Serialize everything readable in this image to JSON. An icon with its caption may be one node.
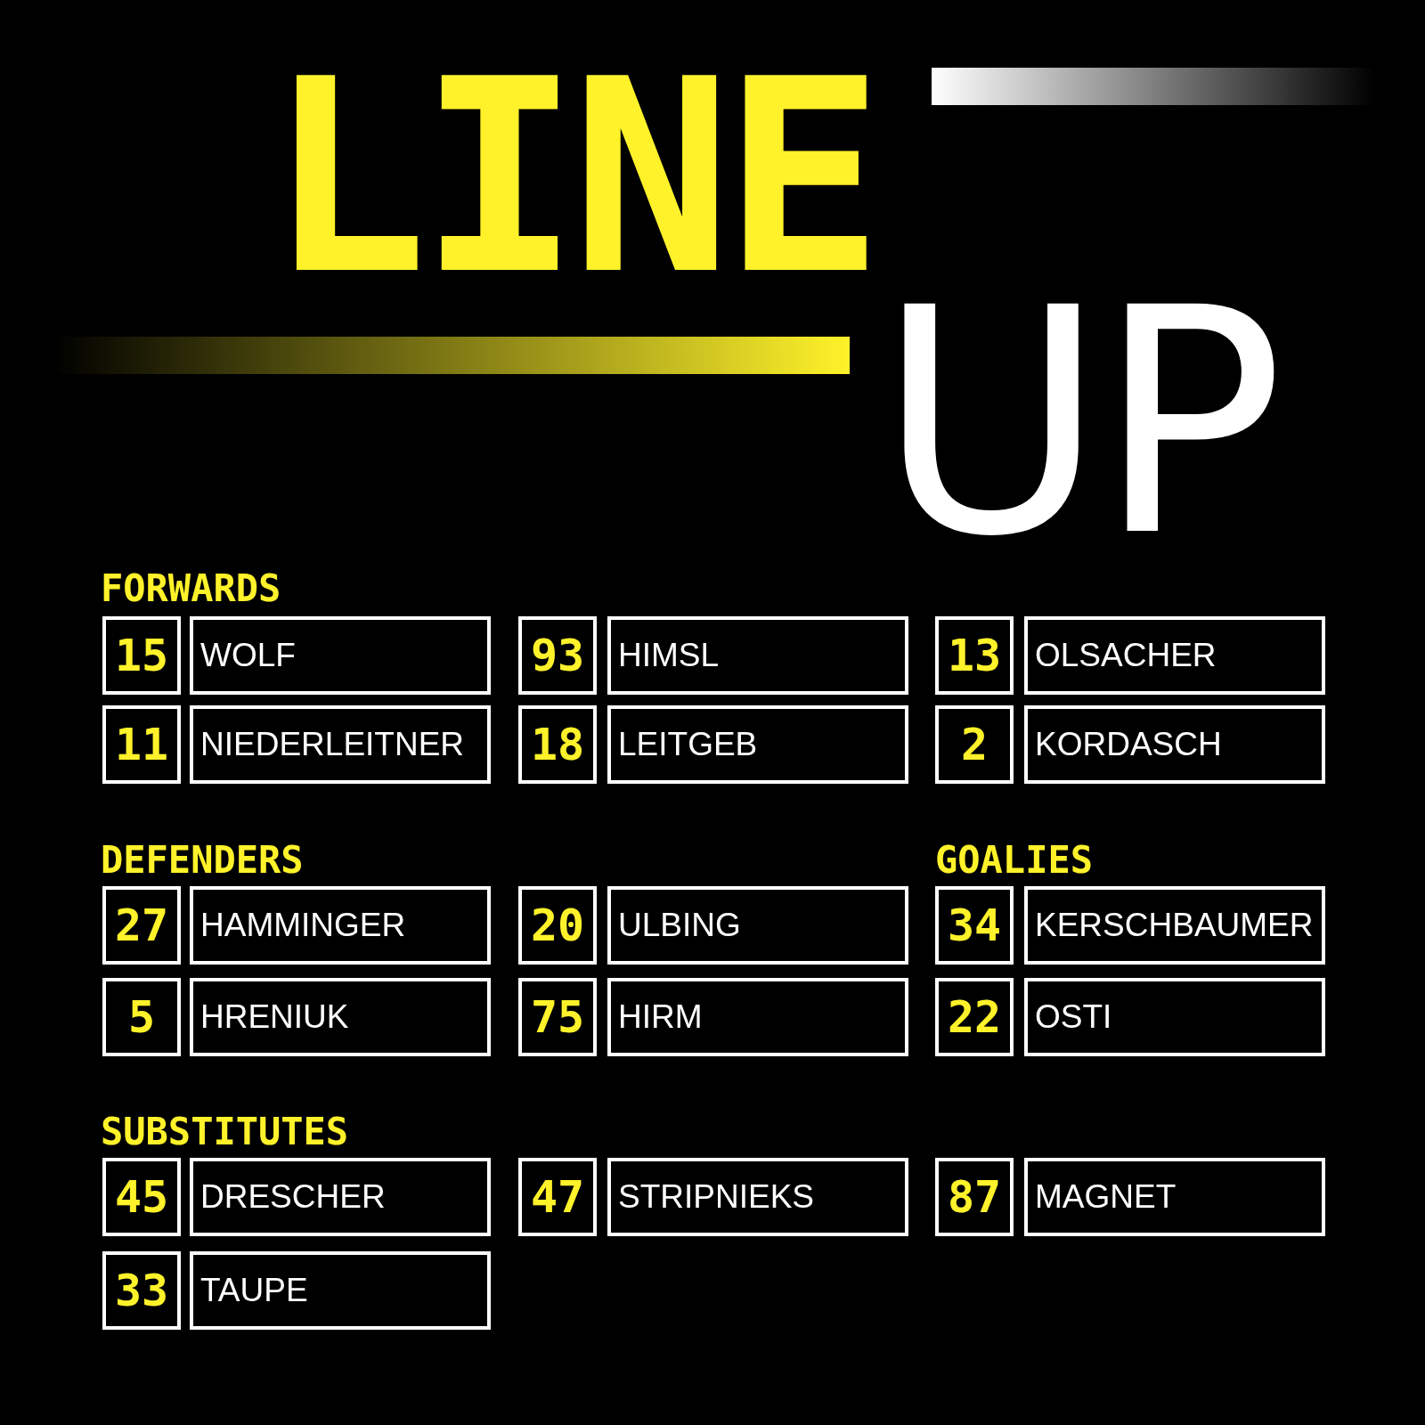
{
  "diagram": {
    "nodes": [
      {
        "text": [
          "15"
        ]
      },
      {
        "text": [
          "WOLF"
        ]
      },
      {
        "text": [
          "93"
        ]
      },
      {
        "text": [
          "HIMSL"
        ]
      },
      {
        "text": [
          "13"
        ]
      },
      {
        "text": [
          "OLSACHER"
        ]
      },
      {
        "text": [
          "11"
        ]
      },
      {
        "text": [
          "NIEDERLEITNER"
        ]
      },
      {
        "text": [
          "18"
        ]
      },
      {
        "text": [
          "LEITGEB"
        ]
      },
      {
        "text": [
          "2"
        ]
      },
      {
        "text": [
          "KORDASCH"
        ]
      },
      {
        "text": [
          "27"
        ]
      },
      {
        "text": [
          "HAMMINGER"
        ]
      },
      {
        "text": [
          "20"
        ]
      },
      {
        "text": [
          "ULBING"
        ]
      },
      {
        "text": [
          "34"
        ]
      },
      {
        "text": [
          "KERSCHBAUMER"
        ]
      },
      {
        "text": [
          "5"
        ]
      },
      {
        "text": [
          "HRENIUK"
        ]
      },
      {
        "text": [
          "75"
        ]
      },
      {
        "text": [
          "HIRM"
        ]
      },
      {
        "text": [
          "22"
        ]
      },
      {
        "text": [
          "OSTI"
        ]
      },
      {
        "text": [
          "45"
        ]
      },
      {
        "text": [
          "DRESCHER"
        ]
      },
      {
        "text": [
          "47"
        ]
      },
      {
        "text": [
          "STRIPNIEKS"
        ]
      },
      {
        "text": [
          "87"
        ]
      },
      {
        "text": [
          "MAGNET"
        ]
      },
      {
        "text": [
          "33"
        ]
      },
      {
        "text": [
          "TAUPE"
        ]
      },
      {
        "text": [],
        "shape": "bar"
      },
      {
        "text": [],
        "shape": "bar"
      }
    ],
    "labels": [
      "LINE",
      "UP",
      "FORWARDS",
      "DEFENDERS",
      "GOALIES",
      "SUBSTITUTES"
    ]
  }
}
